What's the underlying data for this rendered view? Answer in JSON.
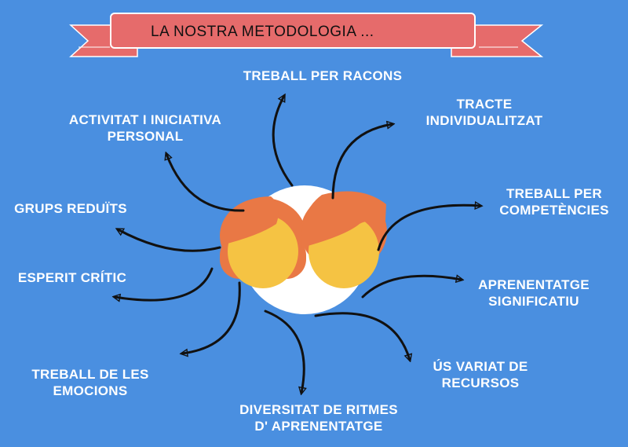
{
  "title": "LA NOSTRA METODOLOGIA ...",
  "colors": {
    "background": "#4a8fe0",
    "banner": "#e66b6b",
    "hair": "#e97845",
    "face": "#f5c343"
  },
  "labels": [
    {
      "id": "racons",
      "lines": [
        "TREBALL PER RACONS"
      ]
    },
    {
      "id": "tracte",
      "lines": [
        "TRACTE",
        "INDIVIDUALITZAT"
      ]
    },
    {
      "id": "activitat",
      "lines": [
        "ACTIVITAT I INICIATIVA",
        "PERSONAL"
      ]
    },
    {
      "id": "competencies",
      "lines": [
        "TREBALL PER",
        "COMPETÈNCIES"
      ]
    },
    {
      "id": "grups",
      "lines": [
        "GRUPS REDUÏTS"
      ]
    },
    {
      "id": "esperit",
      "lines": [
        "ESPERIT CRÍTIC"
      ]
    },
    {
      "id": "significatiu",
      "lines": [
        "APRENENTATGE",
        "SIGNIFICATIU"
      ]
    },
    {
      "id": "recursos",
      "lines": [
        "ÚS VARIAT DE",
        "RECURSOS"
      ]
    },
    {
      "id": "emocions",
      "lines": [
        "TREBALL DE LES",
        "EMOCIONS"
      ]
    },
    {
      "id": "ritmes",
      "lines": [
        "DIVERSITAT DE RITMES",
        "D' APRENENTATGE"
      ]
    }
  ]
}
